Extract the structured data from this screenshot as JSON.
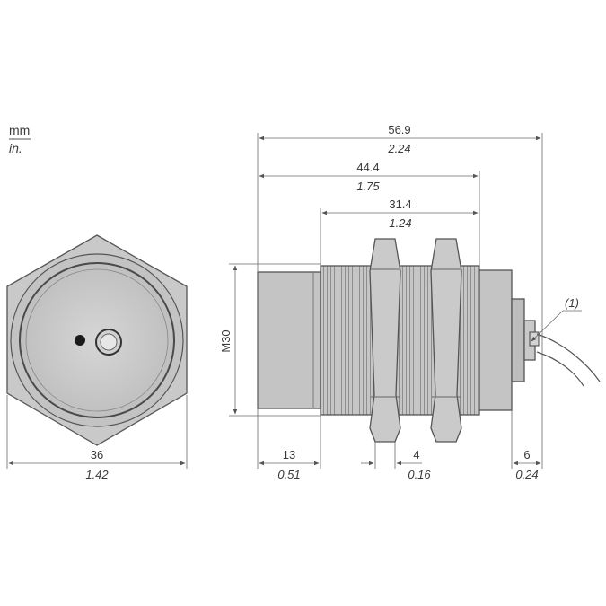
{
  "units": {
    "primary": "mm",
    "secondary": "in."
  },
  "note_marker": "(1)",
  "thread_label": "M30",
  "dimensions": {
    "overall_length": {
      "mm": "56.9",
      "in": "2.24"
    },
    "body_length": {
      "mm": "44.4",
      "in": "1.75"
    },
    "thread_length": {
      "mm": "31.4",
      "in": "1.24"
    },
    "across_flats": {
      "mm": "36",
      "in": "1.42"
    },
    "sensing_face": {
      "mm": "13",
      "in": "0.51"
    },
    "nut_thickness": {
      "mm": "4",
      "in": "0.16"
    },
    "cable_exit": {
      "mm": "6",
      "in": "0.24"
    }
  },
  "colors": {
    "body_fill": "#c9c9c9",
    "body_dark": "#a8a8a8",
    "line": "#555555",
    "text": "#3a3a3a"
  }
}
